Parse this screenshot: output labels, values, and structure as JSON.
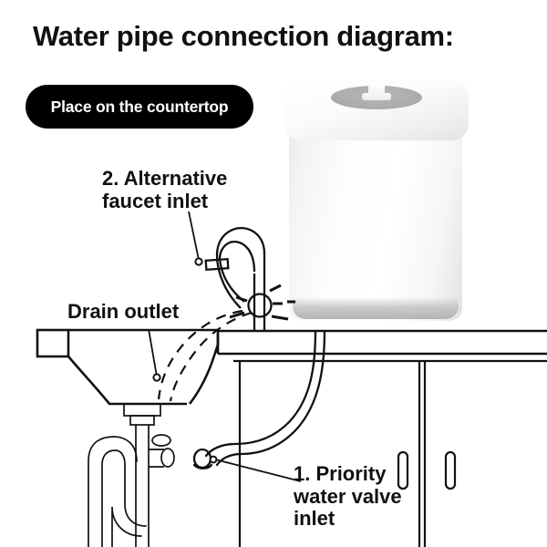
{
  "page": {
    "title": "Water pipe connection diagram:",
    "background_color": "#ffffff",
    "ink_color": "#111111"
  },
  "badge": {
    "label": "Place on the countertop",
    "background_color": "#000000",
    "text_color": "#ffffff"
  },
  "callouts": [
    {
      "id": "alternative-faucet-inlet",
      "number": "2.",
      "label": "2. Alternative\nfaucet inlet",
      "target": "faucet connector fitting"
    },
    {
      "id": "drain-outlet",
      "number": "",
      "label": "Drain outlet",
      "target": "sink basin drain"
    },
    {
      "id": "priority-water-valve-inlet",
      "number": "1.",
      "label": "1. Priority\nwater valve\ninlet",
      "target": "supply tube hook end"
    }
  ],
  "appliance": {
    "name": "countertop water purifier",
    "body_color": "#ffffff",
    "lid_recess_color": "#aeaeae",
    "shadow_color": "#b0b0b0"
  },
  "scene": {
    "items": [
      "sink-basin",
      "gooseneck-faucet",
      "countertop",
      "cabinet-door-left",
      "cabinet-door-right",
      "drain-pipe",
      "p-trap",
      "supply-tube",
      "water-flow-dashes"
    ]
  }
}
